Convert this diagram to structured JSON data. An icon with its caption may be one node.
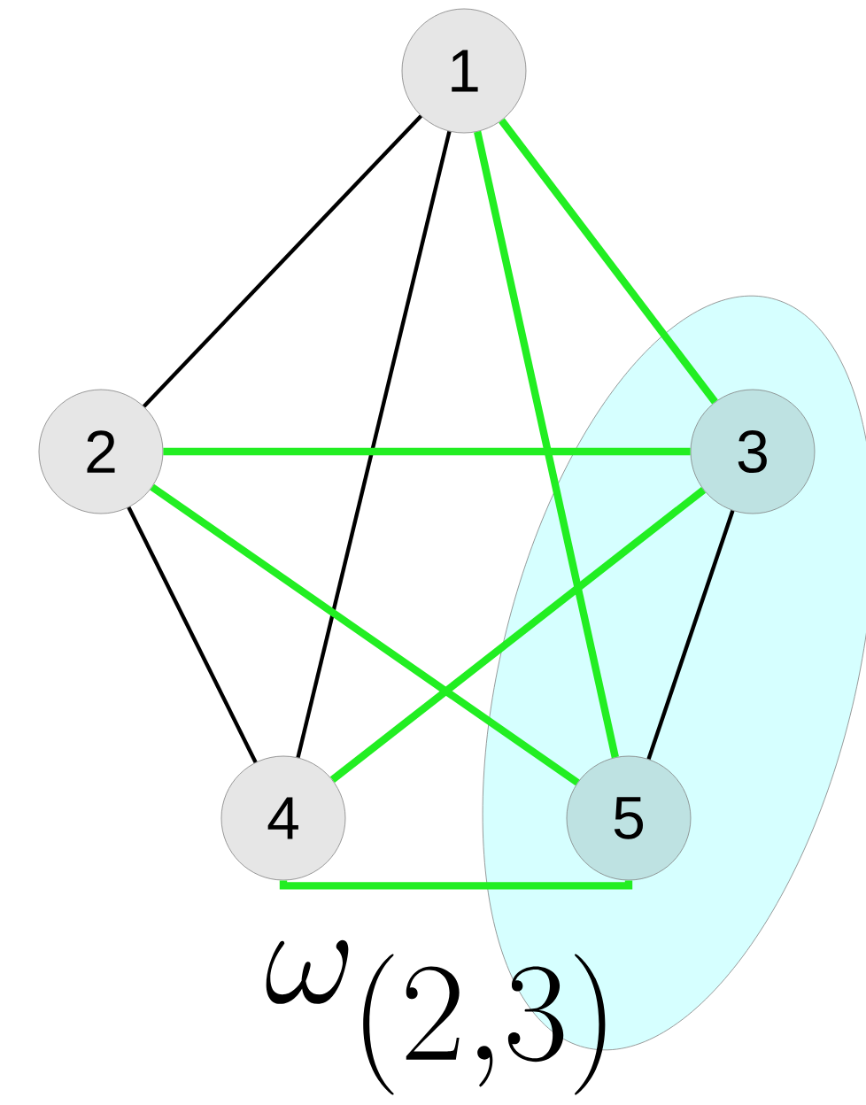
{
  "diagram": {
    "caption": "\\omega_{(2,3)}",
    "nodes": [
      {
        "text": [],
        "shape": "ellipse"
      },
      {
        "text": [
          "1"
        ]
      },
      {
        "text": [
          "2"
        ]
      },
      {
        "text": [
          "3"
        ],
        "in": 0
      },
      {
        "text": [
          "4"
        ]
      },
      {
        "text": [
          "5"
        ],
        "in": 0
      }
    ],
    "edges": [
      {
        "from": 1,
        "to": 2,
        "arrow": "none",
        "color": "#000000"
      },
      {
        "from": 1,
        "to": 4,
        "arrow": "none",
        "color": "#000000"
      },
      {
        "from": 1,
        "to": 5,
        "arrow": "none"
      },
      {
        "from": 1,
        "to": 3,
        "arrow": "none"
      },
      {
        "from": 2,
        "to": 3,
        "arrow": "none"
      },
      {
        "from": 2,
        "to": 5,
        "arrow": "none"
      },
      {
        "from": 2,
        "to": 4,
        "arrow": "none",
        "color": "#000000"
      },
      {
        "from": 4,
        "to": 3,
        "arrow": "none"
      },
      {
        "from": 3,
        "to": 5,
        "arrow": "none",
        "color": "#000000"
      },
      {
        "from": 4,
        "to": 5,
        "arrow": "none"
      }
    ]
  }
}
